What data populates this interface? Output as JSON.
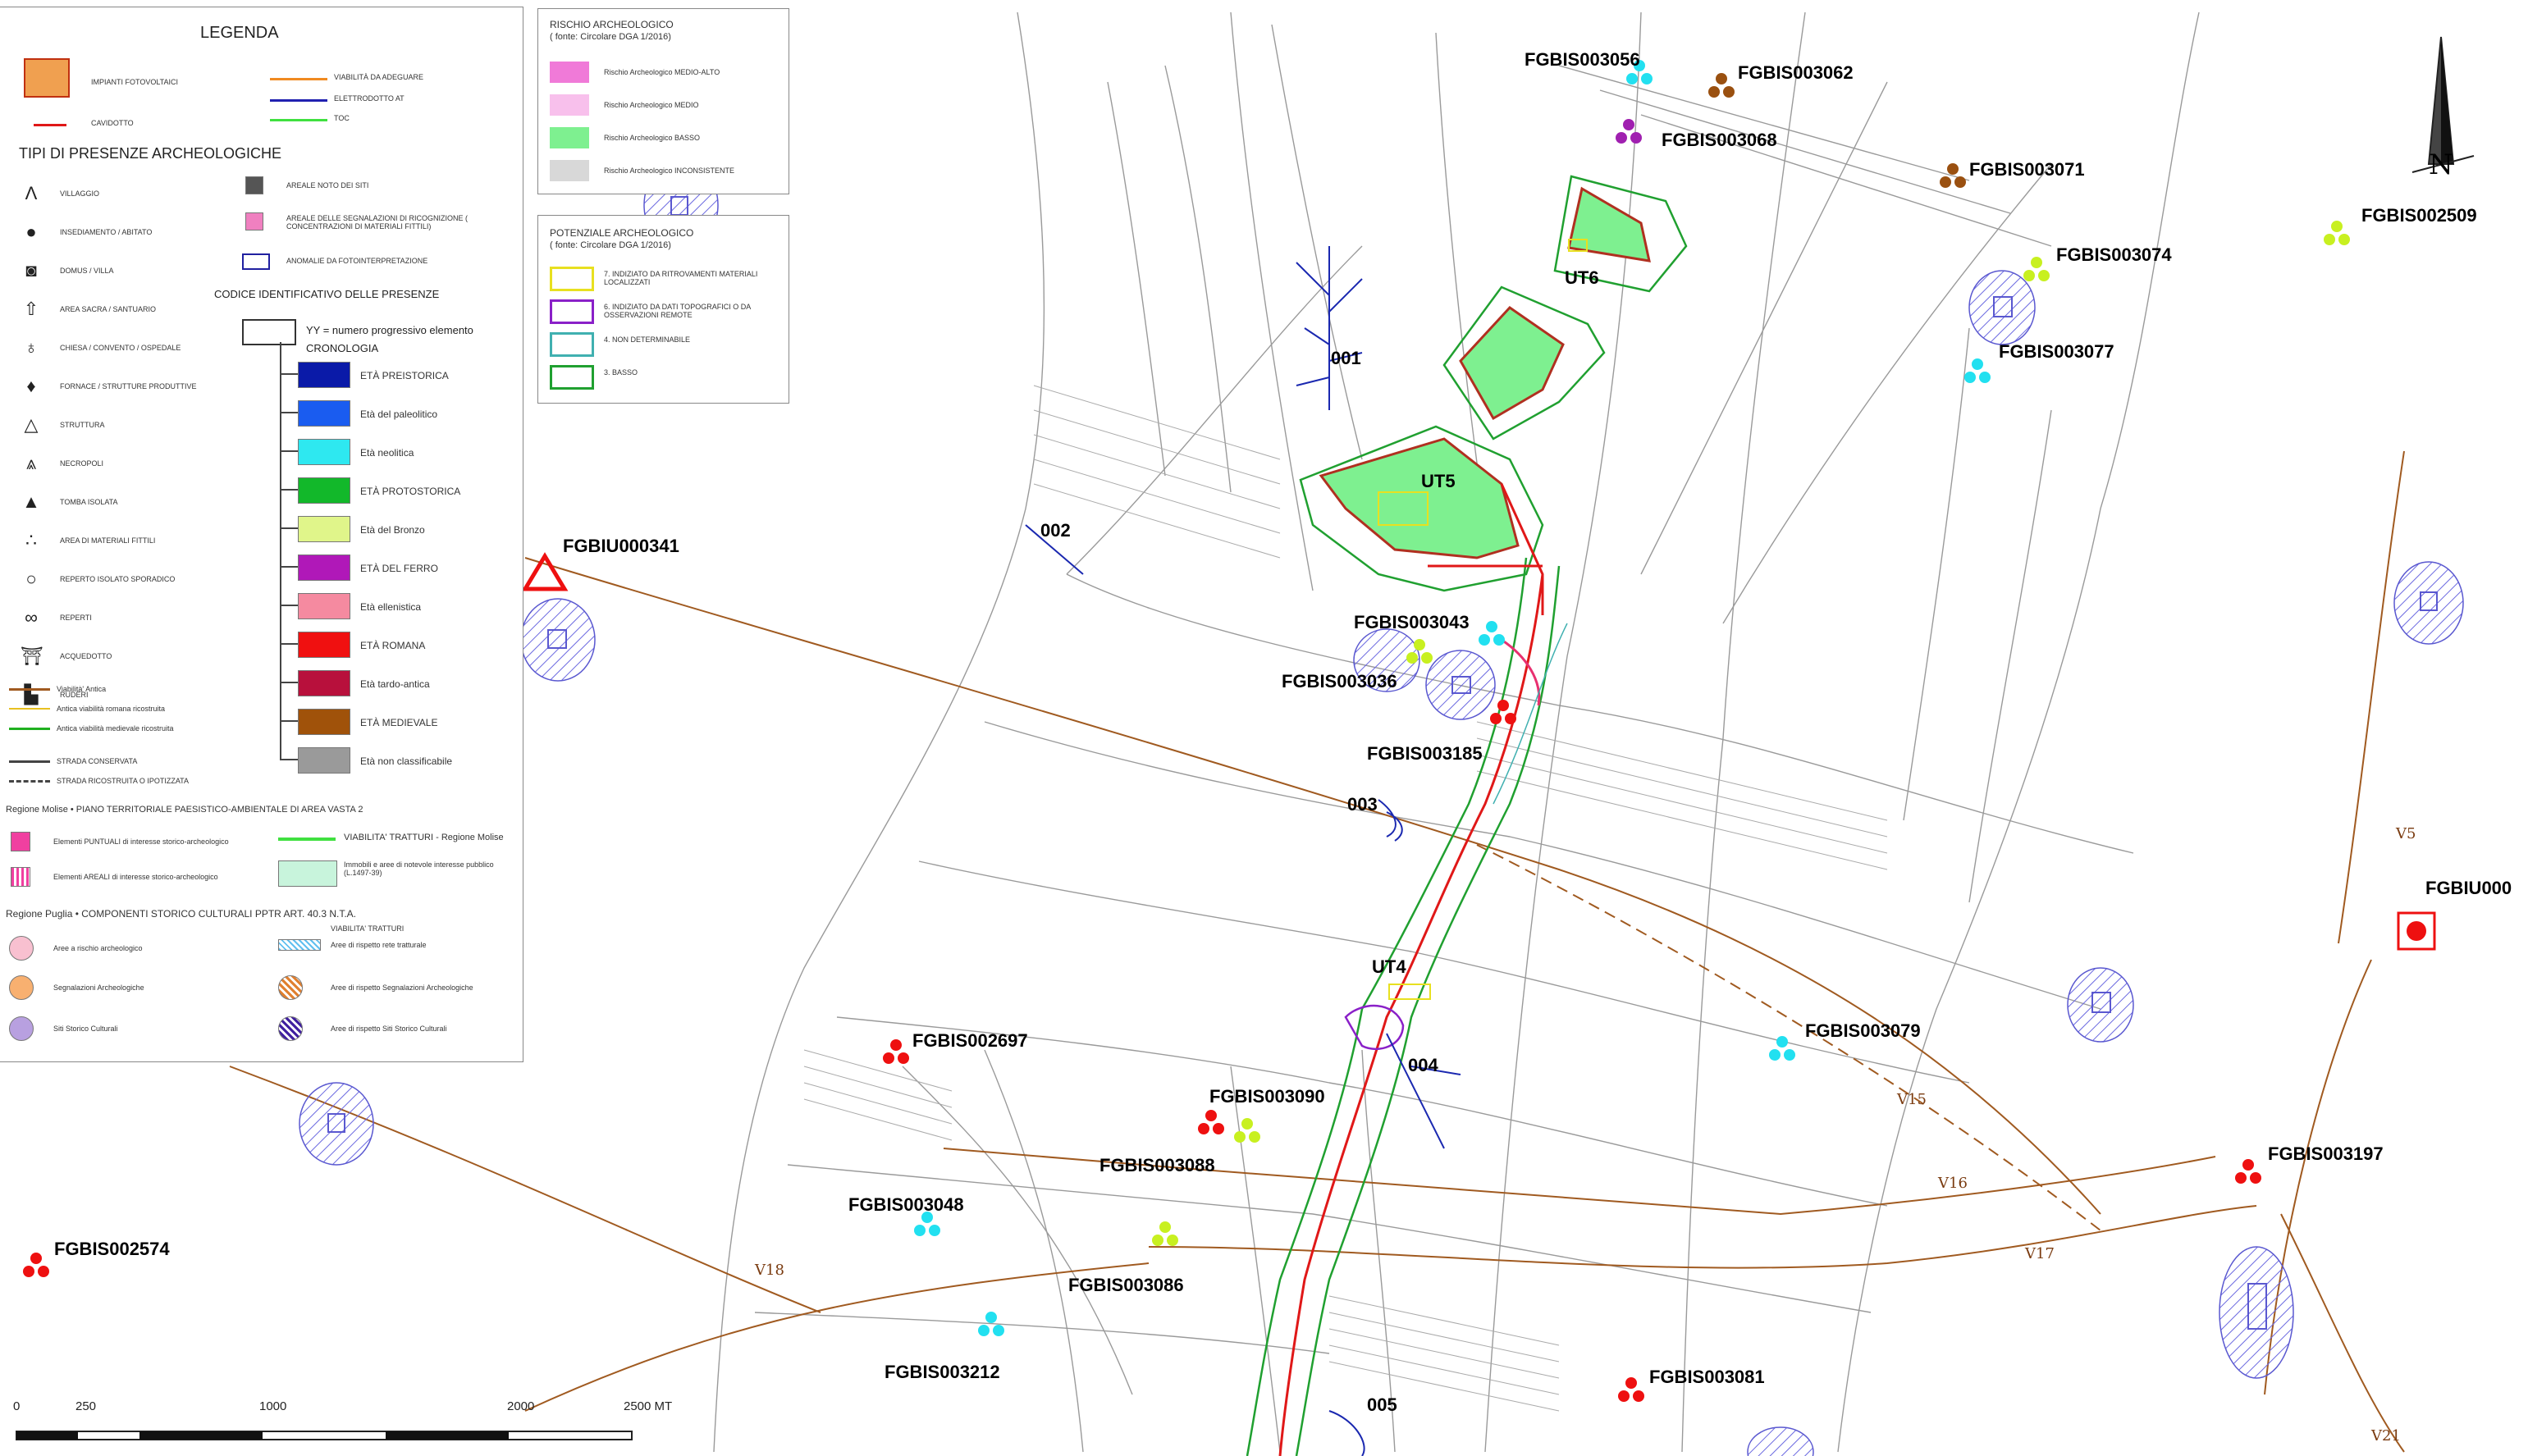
{
  "legend": {
    "title": "LEGENDA",
    "top_items": [
      {
        "label": "IMPIANTI FOTOVOLTAICI"
      },
      {
        "label": "CAVIDOTTO"
      },
      {
        "label": "VIABILITÀ DA ADEGUARE"
      },
      {
        "label": "ELETTRODOTTO AT"
      },
      {
        "label": "TOC"
      }
    ],
    "types_title": "TIPI DI PRESENZE ARCHEOLOGICHE",
    "types": [
      "VILLAGGIO",
      "INSEDIAMENTO / ABITATO",
      "DOMUS / VILLA",
      "AREA SACRA / SANTUARIO",
      "CHIESA / CONVENTO / OSPEDALE",
      "FORNACE / STRUTTURE PRODUTTIVE",
      "STRUTTURA",
      "NECROPOLI",
      "TOMBA ISOLATA",
      "AREA DI MATERIALI FITTILI",
      "REPERTO ISOLATO SPORADICO",
      "REPERTI",
      "ACQUEDOTTO",
      "RUDERI"
    ],
    "mid_items": [
      "AREALE NOTO DEI SITI",
      "AREALE DELLE SEGNALAZIONI DI RICOGNIZIONE ( CONCENTRAZIONI DI MATERIALI FITTILI)",
      "ANOMALIE DA FOTOINTERPRETAZIONE"
    ],
    "code_title": "CODICE IDENTIFICATIVO DELLE PRESENZE",
    "code_note": "YY = numero progressivo elemento",
    "chrono_title": "CRONOLOGIA",
    "chronology": [
      {
        "label": "ETÀ PREISTORICA",
        "color": "#0a1aa8"
      },
      {
        "label": "Età del paleolitico",
        "color": "#1a5cf0"
      },
      {
        "label": "Età neolitica",
        "color": "#2ee8f0"
      },
      {
        "label": "ETÀ PROTOSTORICA",
        "color": "#12b82a"
      },
      {
        "label": "Età del Bronzo",
        "color": "#e0f58a"
      },
      {
        "label": "ETÀ DEL FERRO",
        "color": "#b018b8"
      },
      {
        "label": "Età ellenistica",
        "color": "#f58aa0"
      },
      {
        "label": "ETÀ ROMANA",
        "color": "#f01010"
      },
      {
        "label": "Età tardo-antica",
        "color": "#b8103c"
      },
      {
        "label": "ETÀ MEDIEVALE",
        "color": "#a0520a"
      },
      {
        "label": "Età non classificabile",
        "color": "#9a9a9a"
      }
    ],
    "viability": [
      "Viabilità' Antica",
      "Antica viabilità romana ricostruita",
      "Antica viabilità medievale ricostruita",
      "STRADA CONSERVATA",
      "STRADA RICOSTRUITA O IPOTIZZATA"
    ],
    "molise_title": "Regione Molise • PIANO TERRITORIALE PAESISTICO-AMBIENTALE DI AREA VASTA 2",
    "molise_items": [
      "Elementi PUNTUALI di interesse storico-archeologico",
      "Elementi AREALI di interesse storico-archeologico",
      "VIABILITA' TRATTURI - Regione Molise",
      "Immobili e aree di notevole interesse pubblico (L.1497-39)"
    ],
    "puglia_title": "Regione Puglia • COMPONENTI STORICO CULTURALI  PPTR ART. 40.3 N.T.A.",
    "puglia_items": [
      "Aree a rischio archeologico",
      "Segnalazioni Archeologiche",
      "Siti Storico Culturali",
      "VIABILITA' TRATTURI",
      "Aree di rispetto rete tratturale",
      "Aree di rispetto Segnalazioni Archeologiche",
      "Aree di rispetto Siti Storico Culturali"
    ]
  },
  "risk_panel": {
    "title": "RISCHIO ARCHEOLOGICO",
    "source": "( fonte: Circolare DGA 1/2016)",
    "items": [
      {
        "label": "Rischio Archeologico MEDIO-ALTO",
        "color": "#f07ad8"
      },
      {
        "label": "Rischio Archeologico MEDIO",
        "color": "#f8c0ec"
      },
      {
        "label": "Rischio Archeologico BASSO",
        "color": "#7ef090"
      },
      {
        "label": "Rischio Archeologico INCONSISTENTE",
        "color": "#d8d8d8"
      }
    ]
  },
  "potential_panel": {
    "title": "POTENZIALE ARCHEOLOGICO",
    "source": "( fonte: Circolare DGA 1/2016)",
    "items": [
      {
        "label": "7. INDIZIATO DA RITROVAMENTI MATERIALI LOCALIZZATI",
        "color": "#e8e020"
      },
      {
        "label": "6. INDIZIATO DA DATI TOPOGRAFICI O DA OSSERVAZIONI REMOTE",
        "color": "#8a20c8"
      },
      {
        "label": "4. NON DETERMINABILE",
        "color": "#40b0b0"
      },
      {
        "label": "3. BASSO",
        "color": "#20a030"
      }
    ]
  },
  "scale_bar": {
    "ticks": [
      "0",
      "250",
      "1000",
      "2000",
      "2500 MT"
    ]
  },
  "north_label": "N",
  "sites": [
    {
      "id": "FGBIS003056",
      "color": "#22e0f0"
    },
    {
      "id": "FGBIS003062",
      "color": "#9a5010"
    },
    {
      "id": "FGBIS003068",
      "color": "#a020b0"
    },
    {
      "id": "FGBIS003071",
      "color": "#9a5010"
    },
    {
      "id": "FGBIS002509",
      "color": "#c8f020"
    },
    {
      "id": "FGBIS003074",
      "color": "#c8f020"
    },
    {
      "id": "FGBIS003077",
      "color": "#22e0f0"
    },
    {
      "id": "FGBIU000341",
      "color": "#ee1010"
    },
    {
      "id": "FGBIS003043",
      "color": "#c8f020"
    },
    {
      "id": "FGBIS003036",
      "color": "#22e0f0"
    },
    {
      "id": "FGBIS003185",
      "color": "#ee1010"
    },
    {
      "id": "FGBIU000",
      "color": "#ee1010"
    },
    {
      "id": "FGBIS002697",
      "color": "#ee1010"
    },
    {
      "id": "FGBIS003079",
      "color": "#22e0f0"
    },
    {
      "id": "FGBIS003090",
      "color": "#ee1010"
    },
    {
      "id": "FGBIS003088",
      "color": "#c8f020"
    },
    {
      "id": "FGBIS003197",
      "color": "#ee1010"
    },
    {
      "id": "FGBIS003048",
      "color": "#22e0f0"
    },
    {
      "id": "FGBIS002574",
      "color": "#ee1010"
    },
    {
      "id": "FGBIS003086",
      "color": "#c8f020"
    },
    {
      "id": "FGBIS003212",
      "color": "#22e0f0"
    },
    {
      "id": "FGBIS003081",
      "color": "#ee1010"
    }
  ],
  "anomalies": [
    "001",
    "002",
    "003",
    "004",
    "005"
  ],
  "ut_labels": [
    "UT6",
    "UT5",
    "UT4"
  ],
  "tratturi": [
    "V5",
    "V15",
    "V16",
    "V17",
    "V18",
    "V21"
  ],
  "colors": {
    "cavidotto": "#e01818",
    "ut_fill": "#7ef090",
    "ut_border": "#b03020",
    "buffer": "#20a030",
    "site_area": "#5a58d0"
  }
}
